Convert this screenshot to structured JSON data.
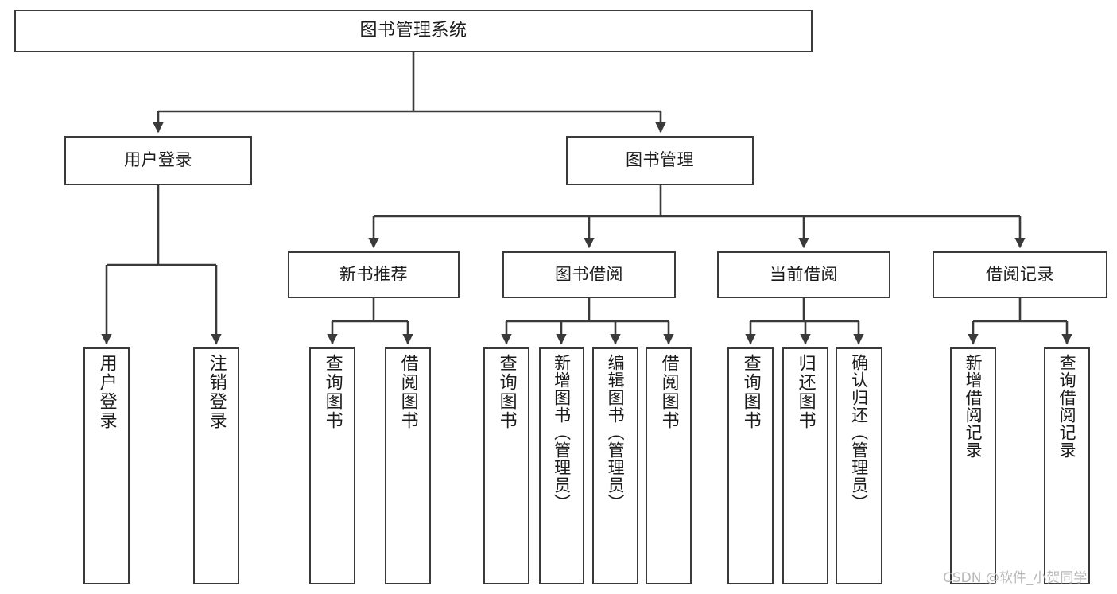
{
  "diagram": {
    "title": "图书管理系统",
    "watermark": "CSDN @软件_小贺同学",
    "line_color": "#3a3a3a",
    "text_color": "#1b1b1b",
    "background": "#ffffff"
  },
  "nodes": {
    "root": {
      "label": "图书管理系统"
    },
    "level2": [
      {
        "label": "用户登录"
      },
      {
        "label": "图书管理"
      }
    ],
    "level3": [
      {
        "label": "新书推荐"
      },
      {
        "label": "图书借阅"
      },
      {
        "label": "当前借阅"
      },
      {
        "label": "借阅记录"
      }
    ],
    "leaves": {
      "user_login": [
        {
          "label": "用户登录"
        },
        {
          "label": "注销登录"
        }
      ],
      "new_book": [
        {
          "label": "查询图书"
        },
        {
          "label": "借阅图书"
        }
      ],
      "book_borrow": [
        {
          "label": "查询图书"
        },
        {
          "label": "新增图书（管理员）"
        },
        {
          "label": "编辑图书（管理员）"
        },
        {
          "label": "借阅图书"
        }
      ],
      "current_borrow": [
        {
          "label": "查询图书"
        },
        {
          "label": "归还图书"
        },
        {
          "label": "确认归还（管理员）"
        }
      ],
      "borrow_record": [
        {
          "label": "新增借阅记录"
        },
        {
          "label": "查询借阅记录"
        }
      ]
    }
  }
}
